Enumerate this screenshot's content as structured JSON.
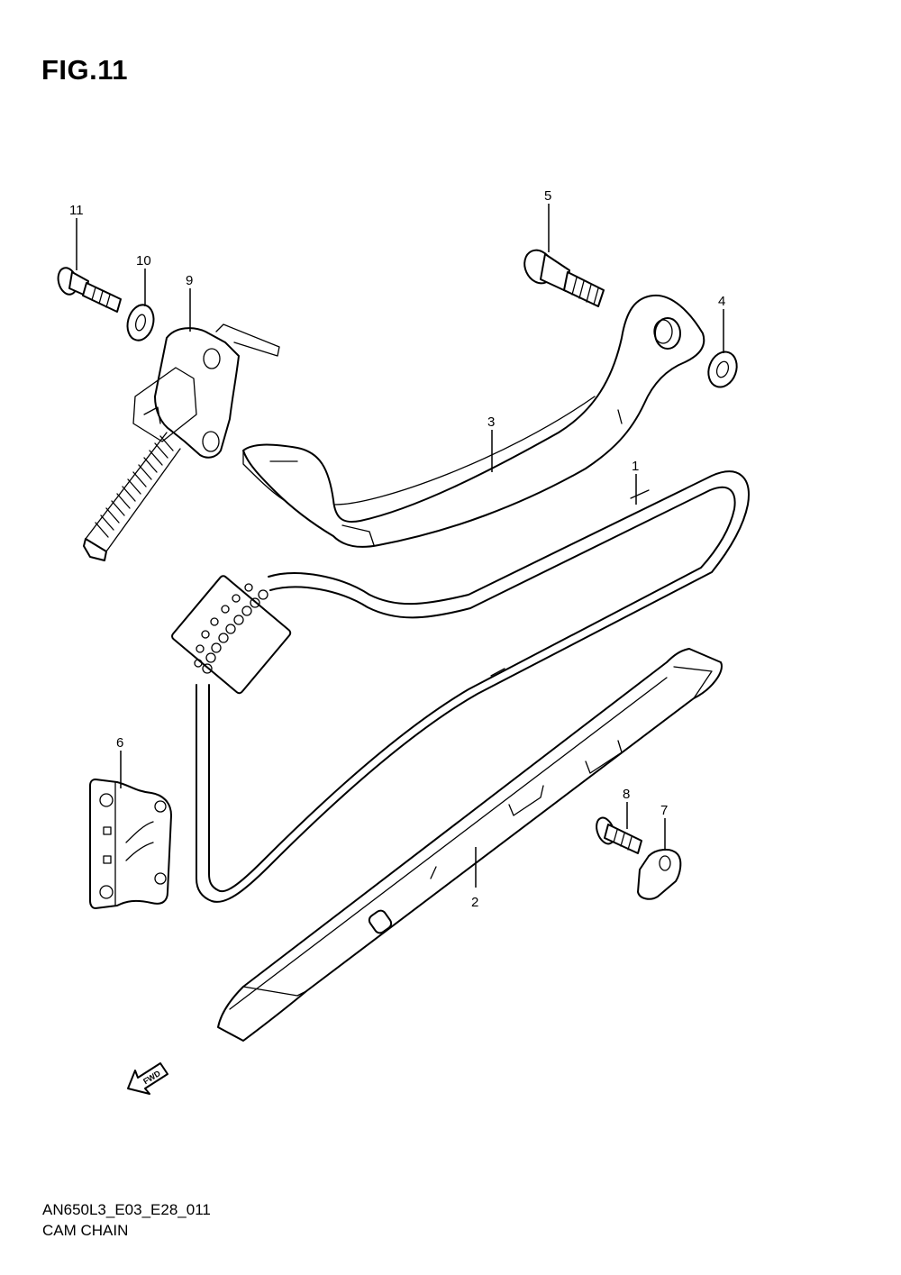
{
  "figure": {
    "title": "FIG.11",
    "code": "AN650L3_E03_E28_011",
    "name": "CAM CHAIN"
  },
  "callouts": {
    "c1": "1",
    "c2": "2",
    "c3": "3",
    "c4": "4",
    "c5": "5",
    "c6": "6",
    "c7": "7",
    "c8": "8",
    "c9": "9",
    "c10": "10",
    "c11": "11"
  },
  "fwd_label": "FWD"
}
